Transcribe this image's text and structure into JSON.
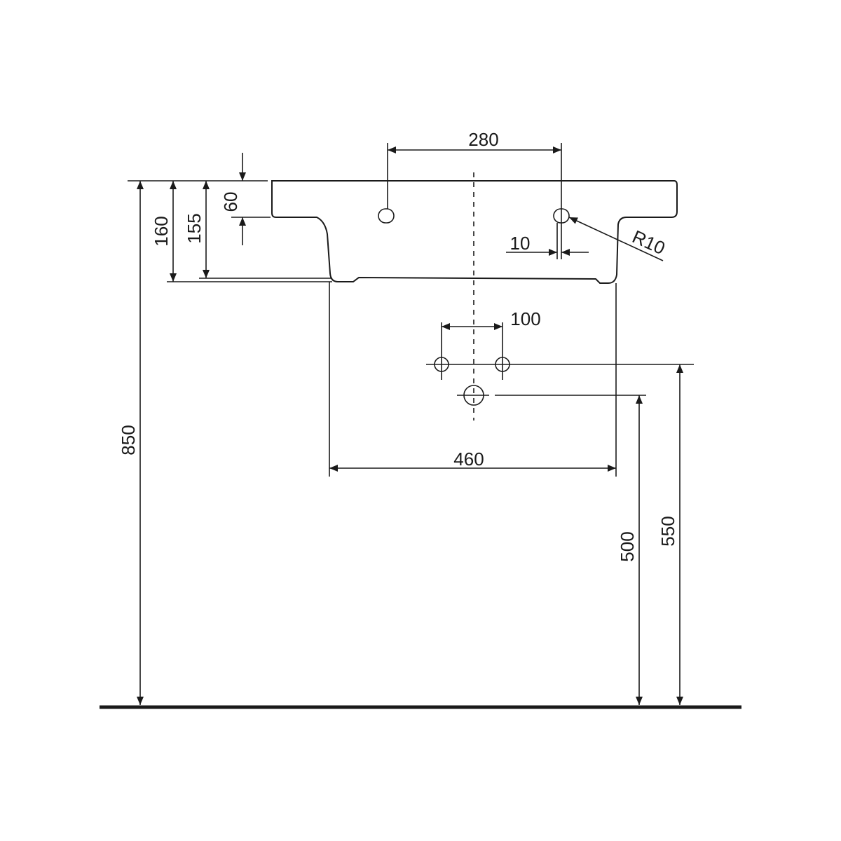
{
  "dimensions": {
    "total_height": "850",
    "basin_height_outer": "160",
    "basin_height_inner": "155",
    "rim_thickness": "60",
    "tap_hole_spacing": "280",
    "tap_hole_slot": "10",
    "hole_radius": "R10",
    "supply_spacing": "100",
    "bowl_width": "460",
    "waste_height": "500",
    "supply_height": "550"
  },
  "colors": {
    "line": "#1a1a1a",
    "background": "#ffffff"
  }
}
